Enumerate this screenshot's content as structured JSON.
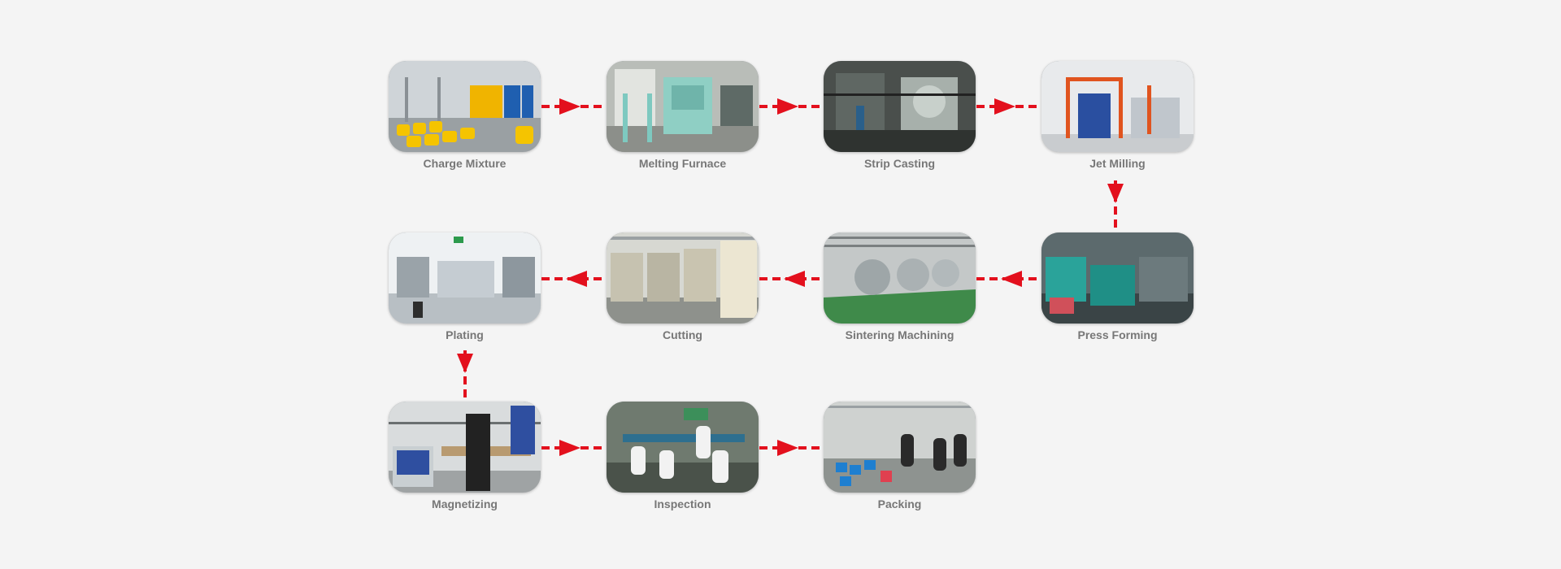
{
  "accent_color": "#e3101d",
  "steps": [
    {
      "label": "Charge Mixture",
      "photo": "warehouse-yellow-barrels-photo"
    },
    {
      "label": "Melting Furnace",
      "photo": "melting-furnace-photo"
    },
    {
      "label": "Strip Casting",
      "photo": "strip-casting-machine-photo"
    },
    {
      "label": "Jet Milling",
      "photo": "jet-mill-scaffold-photo"
    },
    {
      "label": "Press Forming",
      "photo": "press-forming-floor-photo"
    },
    {
      "label": "Sintering Machining",
      "photo": "sintering-furnaces-photo"
    },
    {
      "label": "Cutting",
      "photo": "cutting-machines-photo"
    },
    {
      "label": "Plating",
      "photo": "plating-line-photo"
    },
    {
      "label": "Magnetizing",
      "photo": "magnetizing-station-photo"
    },
    {
      "label": "Inspection",
      "photo": "inspection-workers-photo"
    },
    {
      "label": "Packing",
      "photo": "packing-workers-photo"
    }
  ]
}
